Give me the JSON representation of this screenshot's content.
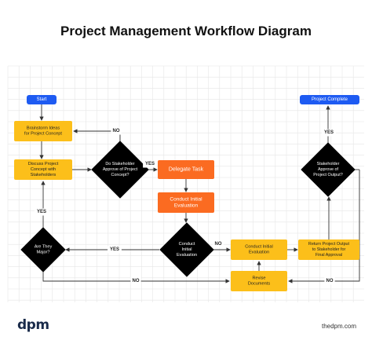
{
  "title": "Project Management Workflow Diagram",
  "colors": {
    "start_end": "#1e5bf2",
    "process": "#fcbf1a",
    "highlight": "#fb6b21",
    "decision": "#000000",
    "grid": "#e6e6e6",
    "arrow": "#333333"
  },
  "nodes": {
    "start": "Start",
    "brainstorm": [
      "Brainstorm Ideas",
      "for Project Concept"
    ],
    "discuss": [
      "Discuss Project",
      "Concept with",
      "Stakeholders"
    ],
    "approve_concept": [
      "Do Stakeholder",
      "Approve of Project",
      "Concept?"
    ],
    "delegate": "Delegate Task",
    "conduct_eval": [
      "Conduct Initial",
      "Evaluation"
    ],
    "are_major": [
      "Are They",
      "Major?"
    ],
    "initial_eval_decision": [
      "Conduct",
      "Initial",
      "Evaluation"
    ],
    "conduct_eval2": [
      "Conduct Initial",
      "Evaluation"
    ],
    "return_output": [
      "Return Project Output",
      "to Stakeholder for",
      "Final Approval"
    ],
    "approve_output": [
      "Stakeholder",
      "Approve of",
      "Project Output?"
    ],
    "complete": "Project Complete",
    "revise": [
      "Revise",
      "Documents"
    ]
  },
  "edge_labels": {
    "no_concept": "NO",
    "yes_concept": "YES",
    "yes_major_up": "YES",
    "yes_major_left": "YES",
    "no_eval": "NO",
    "yes_output": "YES",
    "no_output": "NO",
    "no_major": "NO"
  },
  "footer": {
    "logo": "dpm",
    "site": "thedpm.com"
  }
}
